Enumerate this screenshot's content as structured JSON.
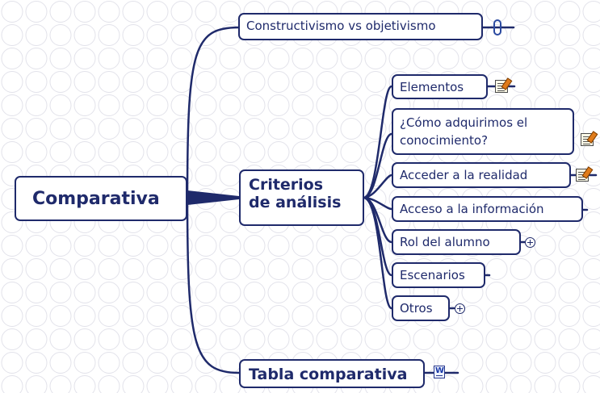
{
  "colors": {
    "node_border": "#1f2a6b",
    "connector": "#1f2a6b",
    "background_circles": "#e4e4ec"
  },
  "map": {
    "root": "Comparativa",
    "branches": {
      "constructivismo": "Constructivismo vs objetivismo",
      "criterios": {
        "line1": "Criterios",
        "line2": "de análisis"
      },
      "tabla": "Tabla comparativa"
    },
    "criterios_children": {
      "elementos": "Elementos",
      "como_line1": "¿Cómo adquirimos el",
      "como_line2": "conocimiento?",
      "acceder": "Acceder a la realidad",
      "acceso": "Acceso a la información",
      "rol": "Rol del alumno",
      "escenarios": "Escenarios",
      "otros": "Otros"
    }
  },
  "icons": {
    "attachment": "paperclip-icon",
    "note": "note-icon",
    "document": "word-document-icon",
    "expand": "expand-plus-icon"
  }
}
